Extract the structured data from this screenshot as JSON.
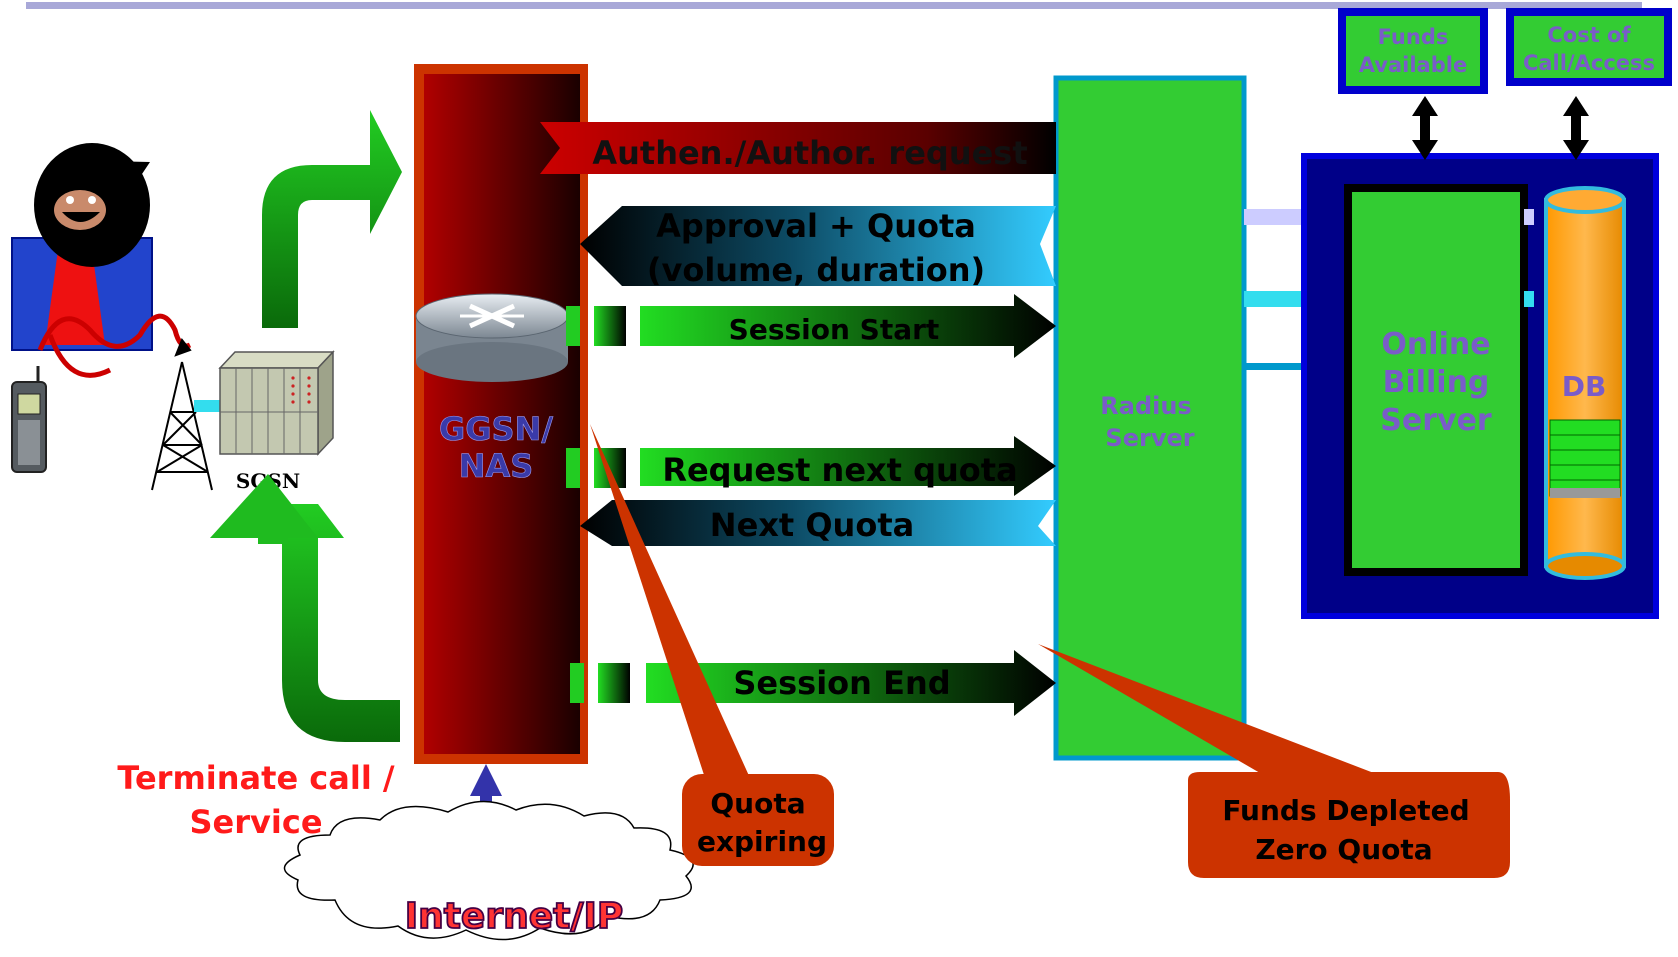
{
  "billing_boxes": {
    "funds_available": [
      "Funds",
      "Available"
    ],
    "cost_of_call": [
      "Cost of",
      "Call/Access"
    ]
  },
  "nodes": {
    "sgsn": "SGSN",
    "ggsn": [
      "GGSN/",
      "NAS"
    ],
    "radius": [
      "Radius",
      "Server"
    ],
    "billing_server": [
      "Online",
      "Billing",
      "Server"
    ],
    "db": "DB",
    "internet": "Internet/IP"
  },
  "messages": {
    "auth_request": "Authen./Author. request",
    "approval": [
      "Approval + Quota",
      "(volume, duration)"
    ],
    "session_start": "Session Start",
    "request_next": "Request next quota",
    "next_quota": "Next Quota",
    "session_end": "Session End"
  },
  "callouts": {
    "quota_expiring": [
      "Quota",
      "expiring"
    ],
    "funds_depleted": [
      "Funds Depleted",
      "Zero Quota"
    ]
  },
  "terminate": [
    "Terminate call /",
    "Service"
  ],
  "colors": {
    "green": "#33cc33",
    "dark_red": "#990000",
    "callout": "#cc3300",
    "cyan": "#33ccff",
    "navy": "#0000cc",
    "orange": "#ff9900",
    "text_purple": "#7a5cc8",
    "terminate_red": "#ff1a1a"
  }
}
